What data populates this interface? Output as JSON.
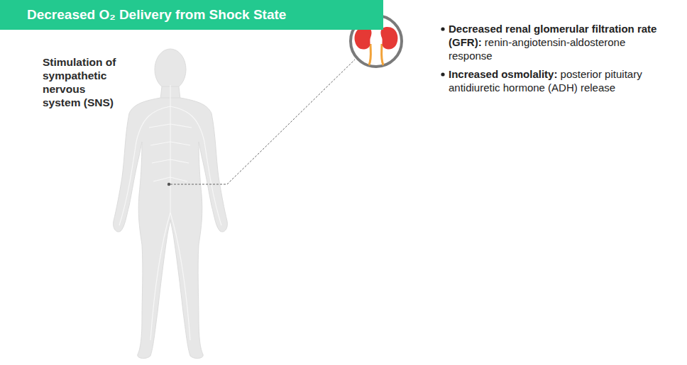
{
  "diagram": {
    "title": "Decreased O₂ Delivery from Shock State",
    "labels": [
      "Stimulation of sympathetic nervous system (SNS)",
      "Decreased renal glomerular filtration rate (GFR):",
      "renin-angiotensin-aldosterone response",
      "Increased osmolality:",
      "posterior pituitary antidiuretic hormone (ADH) release"
    ]
  }
}
